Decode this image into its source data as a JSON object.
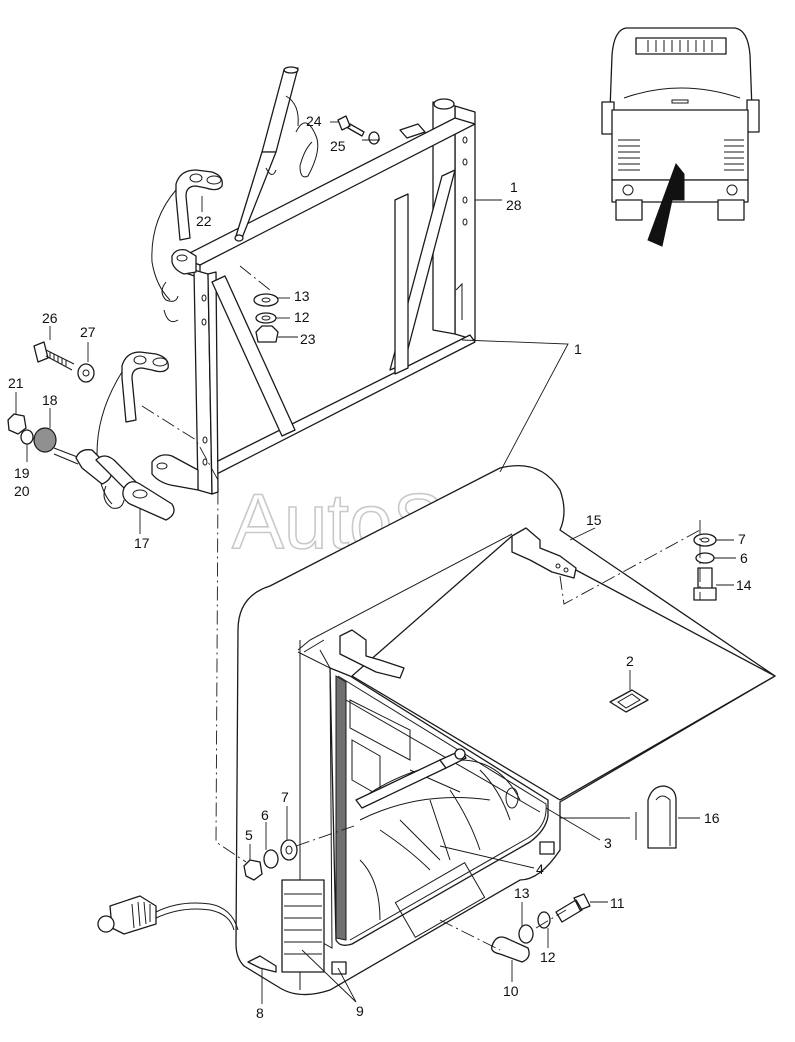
{
  "watermark": "AutoSoft",
  "callouts": [
    {
      "id": "c1a",
      "label": "1"
    },
    {
      "id": "c28",
      "label": "28"
    },
    {
      "id": "c24",
      "label": "24"
    },
    {
      "id": "c25",
      "label": "25"
    },
    {
      "id": "c22",
      "label": "22"
    },
    {
      "id": "c13a",
      "label": "13"
    },
    {
      "id": "c12a",
      "label": "12"
    },
    {
      "id": "c23",
      "label": "23"
    },
    {
      "id": "c26",
      "label": "26"
    },
    {
      "id": "c27",
      "label": "27"
    },
    {
      "id": "c21",
      "label": "21"
    },
    {
      "id": "c18",
      "label": "18"
    },
    {
      "id": "c19",
      "label": "19"
    },
    {
      "id": "c20",
      "label": "20"
    },
    {
      "id": "c17",
      "label": "17"
    },
    {
      "id": "c1b",
      "label": "1"
    },
    {
      "id": "c15",
      "label": "15"
    },
    {
      "id": "c7a",
      "label": "7"
    },
    {
      "id": "c6a",
      "label": "6"
    },
    {
      "id": "c14",
      "label": "14"
    },
    {
      "id": "c2",
      "label": "2"
    },
    {
      "id": "c7b",
      "label": "7"
    },
    {
      "id": "c6b",
      "label": "6"
    },
    {
      "id": "c5",
      "label": "5"
    },
    {
      "id": "c16",
      "label": "16"
    },
    {
      "id": "c3",
      "label": "3"
    },
    {
      "id": "c4",
      "label": "4"
    },
    {
      "id": "c13b",
      "label": "13"
    },
    {
      "id": "c11",
      "label": "11"
    },
    {
      "id": "c12b",
      "label": "12"
    },
    {
      "id": "c10",
      "label": "10"
    },
    {
      "id": "c8",
      "label": "8"
    },
    {
      "id": "c9",
      "label": "9"
    }
  ]
}
